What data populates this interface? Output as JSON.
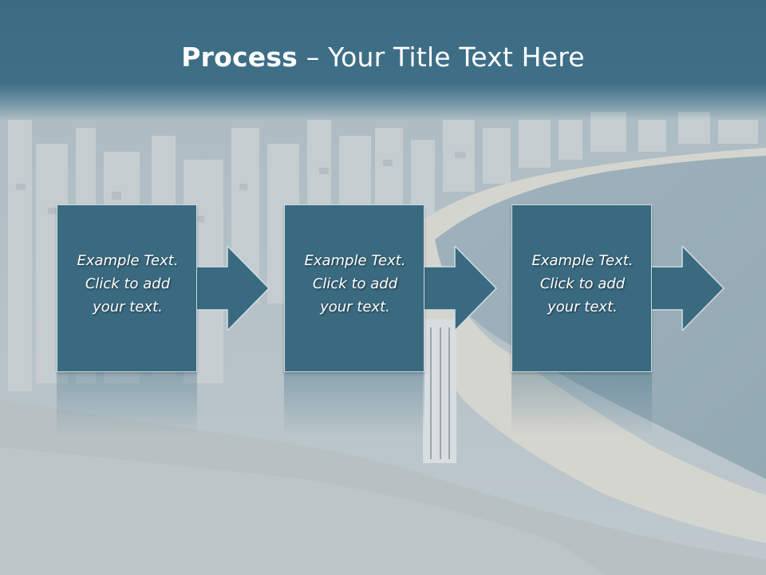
{
  "title": {
    "bold": "Process",
    "rest": " – Your Title Text Here"
  },
  "steps": [
    {
      "line1": "Example Text.",
      "line2": "Click  to add",
      "line3": "your text."
    },
    {
      "line1": "Example Text.",
      "line2": "Click  to add",
      "line3": "your text."
    },
    {
      "line1": "Example Text.",
      "line2": "Click  to add",
      "line3": "your text."
    }
  ],
  "colors": {
    "header": "#3f7088",
    "box": "#3a6a80",
    "text": "#ffffff"
  }
}
